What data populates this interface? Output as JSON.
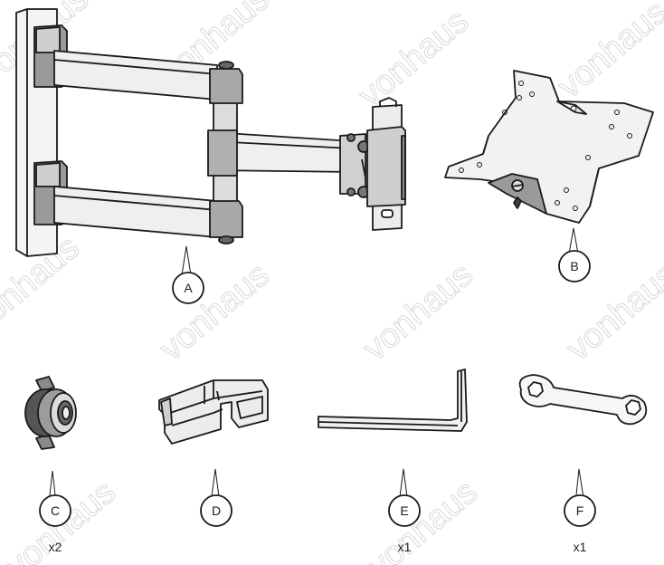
{
  "watermark": "vonhaus",
  "parts": [
    {
      "id": "A",
      "qty": ""
    },
    {
      "id": "B",
      "qty": ""
    },
    {
      "id": "C",
      "qty": "x2"
    },
    {
      "id": "D",
      "qty": ""
    },
    {
      "id": "E",
      "qty": "x1"
    },
    {
      "id": "F",
      "qty": "x1"
    }
  ]
}
